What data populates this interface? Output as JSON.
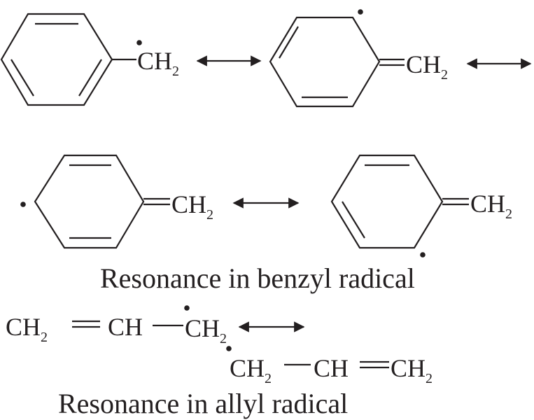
{
  "diagram": {
    "ch2_main": "CH",
    "ch2_sub": "2",
    "ch_label": "CH",
    "benzyl_caption": "Resonance in benzyl radical",
    "allyl_caption": "Resonance in allyl radical",
    "colors": {
      "ink": "#231f20",
      "background": "#ffffff"
    }
  }
}
